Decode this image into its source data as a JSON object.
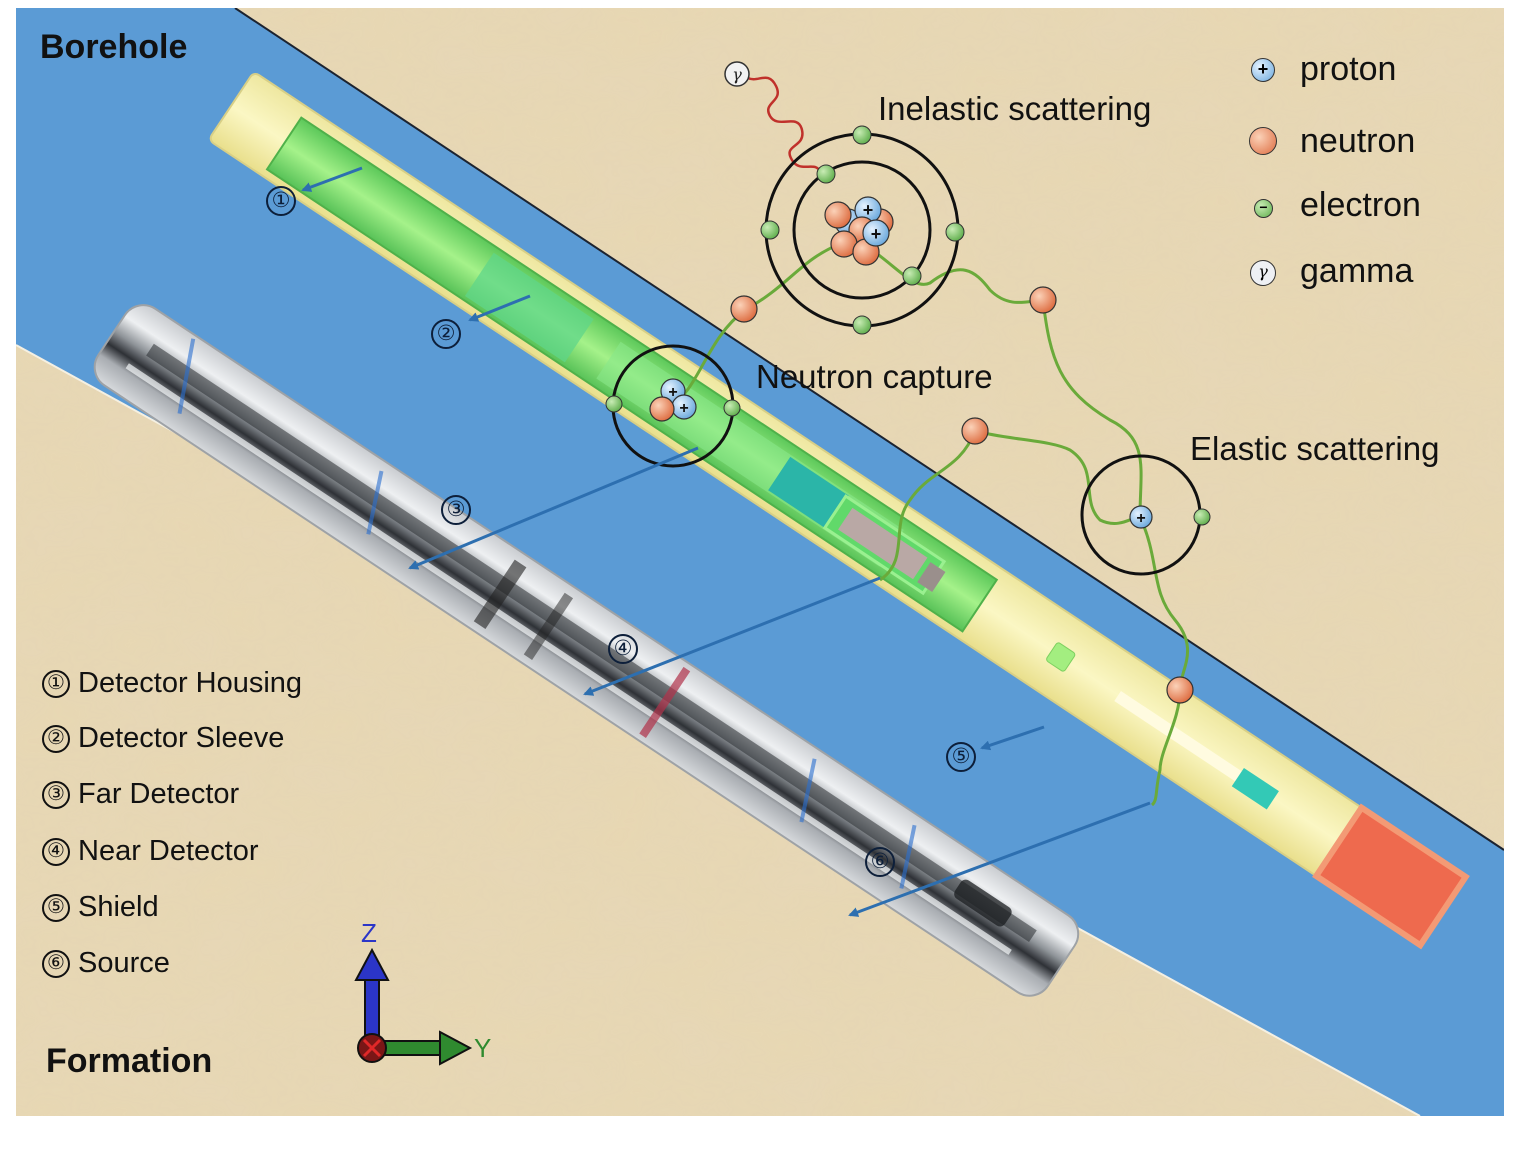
{
  "regions": {
    "borehole": "Borehole",
    "formation": "Formation"
  },
  "interactions": {
    "inelastic": "Inelastic scattering",
    "capture": "Neutron capture",
    "elastic": "Elastic scattering"
  },
  "legend": {
    "items": [
      {
        "label": "proton",
        "icon": "proton-icon",
        "symbol": "+"
      },
      {
        "label": "neutron",
        "icon": "neutron-icon",
        "symbol": ""
      },
      {
        "label": "electron",
        "icon": "electron-icon",
        "symbol": "−"
      },
      {
        "label": "gamma",
        "icon": "gamma-icon",
        "symbol": "γ"
      }
    ]
  },
  "parts": {
    "items": [
      {
        "num": "①",
        "label": "Detector Housing"
      },
      {
        "num": "②",
        "label": "Detector Sleeve"
      },
      {
        "num": "③",
        "label": "Far Detector"
      },
      {
        "num": "④",
        "label": "Near Detector"
      },
      {
        "num": "⑤",
        "label": "Shield"
      },
      {
        "num": "⑥",
        "label": "Source"
      }
    ]
  },
  "callouts": [
    "①",
    "②",
    "③",
    "④",
    "⑤",
    "⑥"
  ],
  "axes": {
    "z": "Z",
    "y": "Y"
  },
  "colors": {
    "formation": "#e8d6b0",
    "borehole": "#5b9bd5",
    "housing": "#f3ee9e",
    "sleeve": "#7ee07a",
    "detector": "#2bb5a8",
    "source": "#ee6a4e",
    "proton": "#9cc8ec",
    "neutron": "#e8805a",
    "electron": "#7cc06a",
    "gamma_wave": "#c0312b",
    "track": "#6aaa3a",
    "callout_arrow": "#2d6fb0"
  }
}
